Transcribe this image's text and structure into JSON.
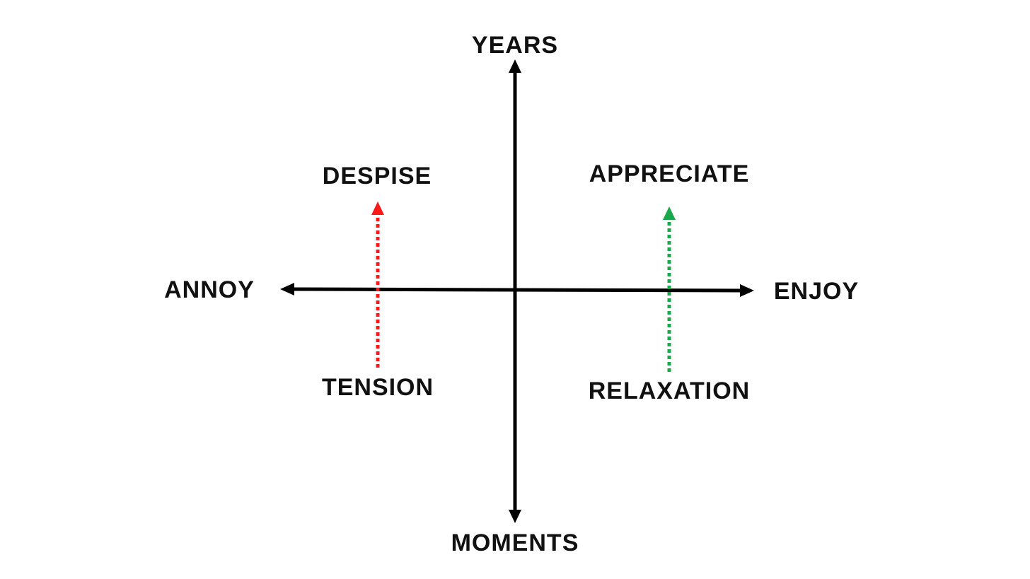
{
  "axes": {
    "vertical_top_label": "YEARS",
    "vertical_bottom_label": "MOMENTS",
    "horizontal_left_label": "ANNOY",
    "horizontal_right_label": "ENJOY"
  },
  "left_transition": {
    "from_label": "TENSION",
    "to_label": "DESPISE",
    "color": "#ff1a1a"
  },
  "right_transition": {
    "from_label": "RELAXATION",
    "to_label": "APPRECIATE",
    "color": "#1aa84a"
  },
  "colors": {
    "axis": "#000000",
    "text": "#111111"
  }
}
